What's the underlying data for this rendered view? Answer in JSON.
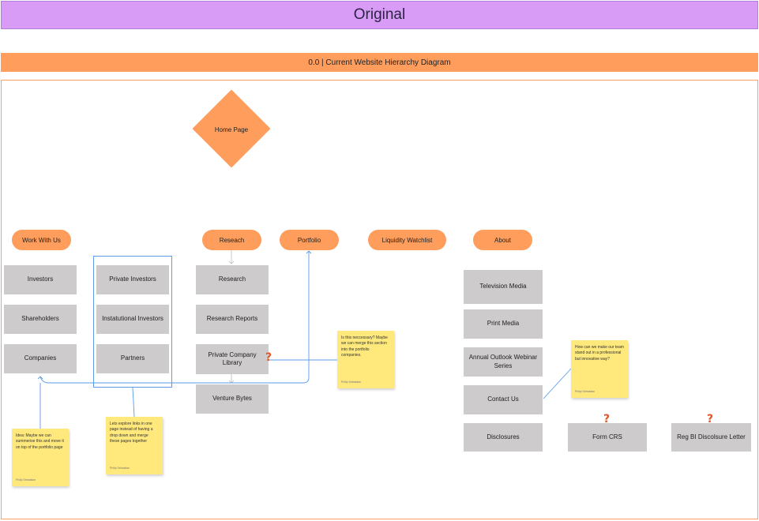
{
  "header": {
    "title": "Original"
  },
  "section": {
    "title": "0.0 | Current Website Hierarchy Diagram"
  },
  "diagram": {
    "root": "Home Page",
    "nav": {
      "work_with_us": "Work With Us",
      "research": "Reseach",
      "portfolio": "Portfolio",
      "liquidity": "Liquidity Watchlist",
      "about": "About"
    },
    "work_with_us_pages": [
      "Investors",
      "Shareholders",
      "Companies"
    ],
    "grouped_pages": [
      "Private Investors",
      "Instatutional Investors",
      "Partners"
    ],
    "research_pages": [
      "Research",
      "Research Reports",
      "Private Company Library",
      "Venture Bytes"
    ],
    "about_pages": [
      "Television Media",
      "Print Media",
      "Annual Outlook Webinar Series",
      "Contact Us",
      "Disclosures"
    ],
    "disclosure_pages": [
      "Form CRS",
      "Reg BI Discolsure Letter"
    ],
    "question_mark": "?"
  },
  "notes": {
    "note1": {
      "text": "Idea: Maybe we can summerise this and move it on top of the portfolio page",
      "author": "Philip Sebastian"
    },
    "note2": {
      "text": "Lets explore links in one page instead of having a drop down and merge these pages together",
      "author": "Philip Sebastian"
    },
    "note3": {
      "text": "Is this neccessary? Maybe we can merge this section into the portfolio companies.",
      "author": "Philip Sebastian"
    },
    "note4": {
      "text": "How can we make our team stand out in a professional but innovative way?",
      "author": "Philip Sebastian"
    }
  },
  "colors": {
    "banner": "#d99cf6",
    "accent": "#ff9d5c",
    "box": "#cdcbcb",
    "sticky": "#ffe87c",
    "connector": "#5b9bea",
    "question": "#e2572a"
  }
}
